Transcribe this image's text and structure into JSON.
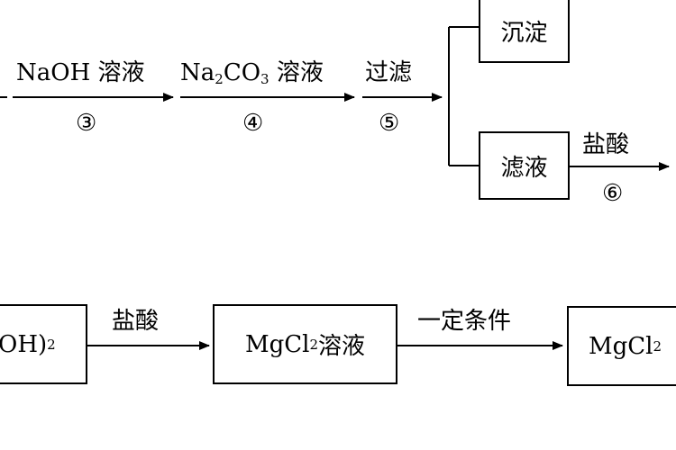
{
  "top_row": {
    "step3": {
      "reagent": "NaOH 溶液",
      "circle": "③"
    },
    "step4": {
      "reagent_main": "Na",
      "reagent_sub1": "2",
      "reagent_mid": "CO",
      "reagent_sub2": "3",
      "reagent_tail": " 溶液",
      "circle": "④"
    },
    "step5": {
      "label": "过滤",
      "circle": "⑤"
    },
    "precipitate_box": "沉淀",
    "filtrate_box": "滤液",
    "step6": {
      "reagent": "盐酸",
      "circle": "⑥"
    }
  },
  "bottom_row": {
    "left_box_text": "OH)",
    "left_box_sub": "2",
    "arrow1_label": "盐酸",
    "middle_box_main": "MgCl",
    "middle_box_sub": "2",
    "middle_box_tail": " 溶液",
    "arrow2_label": "一定条件",
    "right_box_main": "MgCl",
    "right_box_sub": "2"
  }
}
